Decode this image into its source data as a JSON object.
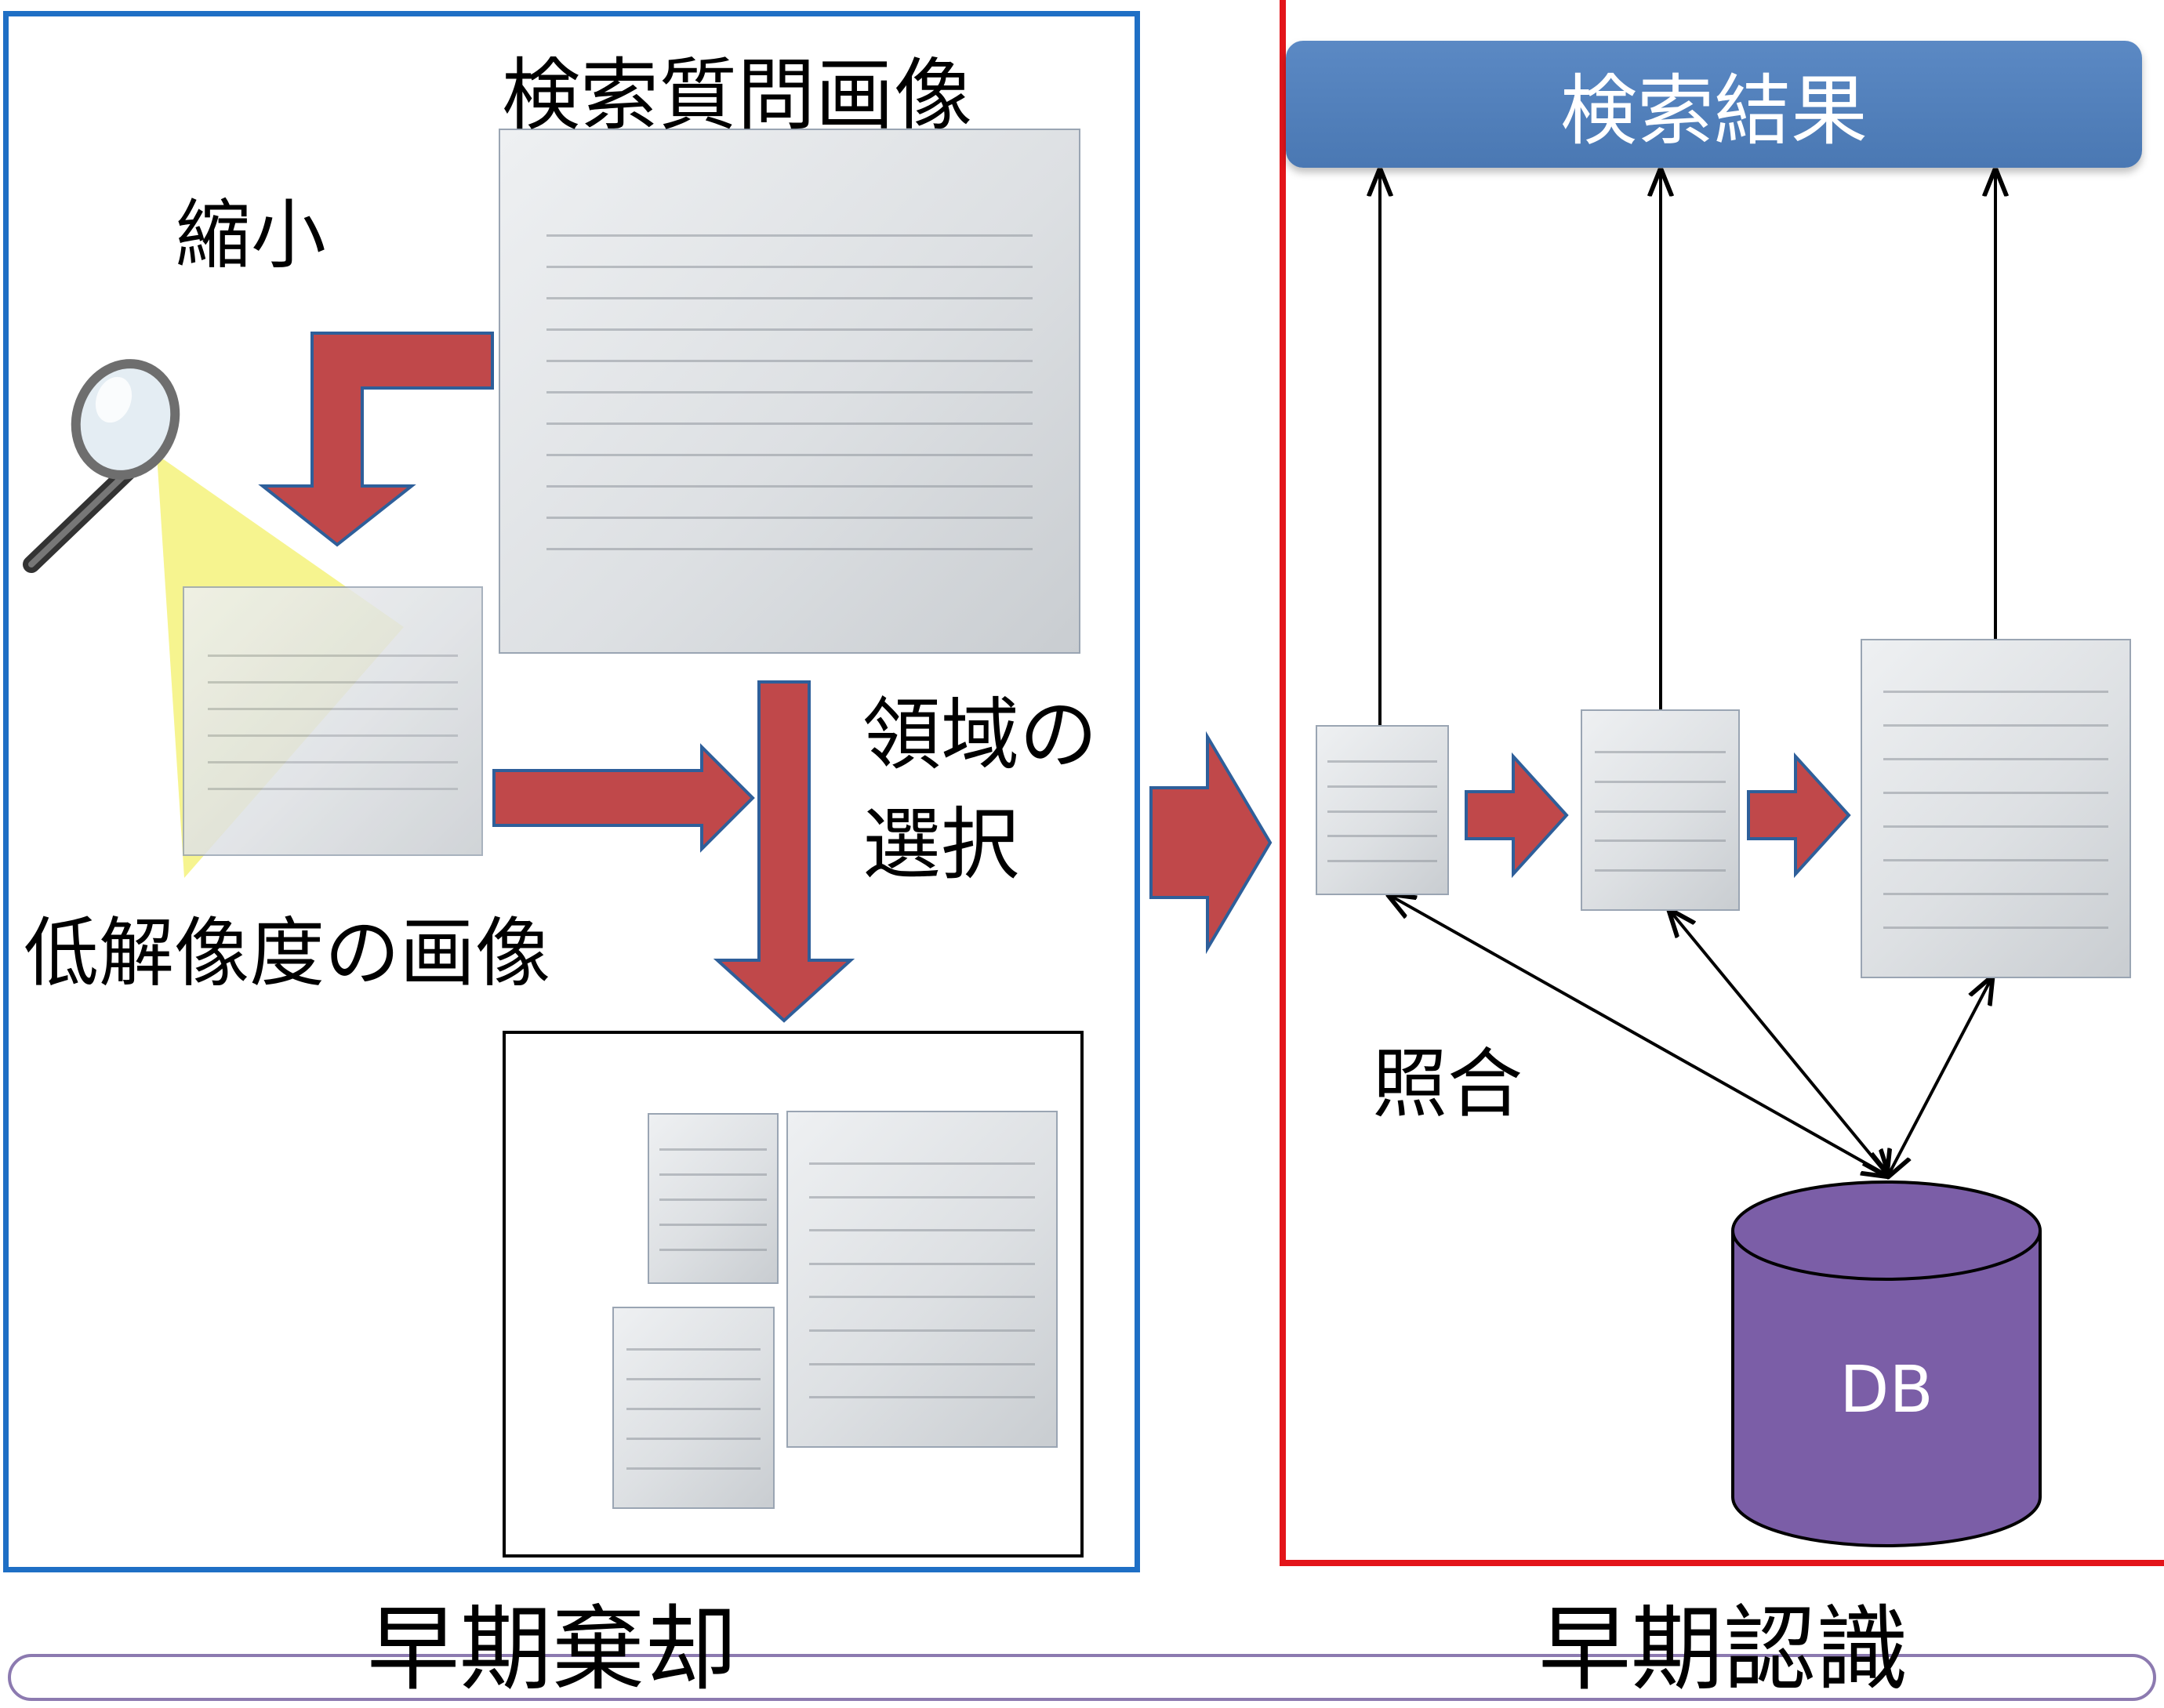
{
  "left_panel": {
    "top_label": "検索質問画像",
    "shrink_label": "縮小",
    "region_label": "領域の\n選択",
    "low_res_label": "低解像度の画像",
    "title": "早期棄却",
    "border_color": "#1f6fc5"
  },
  "right_panel": {
    "result_label": "検索結果",
    "match_label": "照合",
    "db_label": "DB",
    "title": "早期認識",
    "border_color": "#e3151a",
    "db_color": "#7b5ea7"
  },
  "colors": {
    "arrow_fill": "#c0484a",
    "arrow_stroke": "#2e5f9a",
    "result_bar": "#4f80bd",
    "magnifier_light": "#f3f06a"
  }
}
